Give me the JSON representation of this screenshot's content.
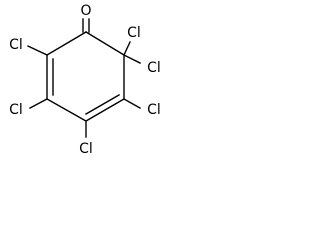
{
  "molecule": {
    "atoms": {
      "oxygen": "O",
      "cl_left_top": "Cl",
      "cl_right_top_1": "Cl",
      "cl_right_top_2": "Cl",
      "cl_left_mid": "Cl",
      "cl_right_mid": "Cl",
      "cl_bottom": "Cl"
    },
    "colors": {
      "bond": "#000000",
      "label": "#000000",
      "background": "#ffffff"
    }
  }
}
